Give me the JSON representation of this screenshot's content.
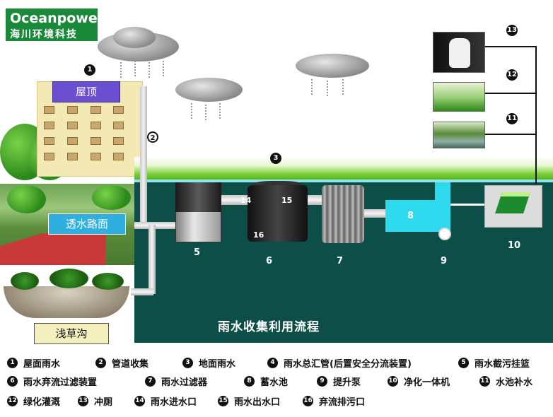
{
  "logo": {
    "name": "Oceanpower",
    "subtitle": "海川环境科技"
  },
  "scene": {
    "roof_label": "屋顶",
    "road_label": "透水路面",
    "swale_label": "浅草沟",
    "title": "雨水收集利用流程",
    "colors": {
      "underground": "#0d4f48",
      "cistern": "#2fd9ee",
      "roof_badge": "#6a4fd0",
      "road_badge": "#2faee0"
    }
  },
  "markers": [
    "1",
    "2",
    "3",
    "5",
    "6",
    "7",
    "8",
    "9",
    "10",
    "11",
    "12",
    "13",
    "14",
    "15",
    "16"
  ],
  "legend": [
    {
      "num": "1",
      "text": "屋面雨水"
    },
    {
      "num": "2",
      "text": "管道收集"
    },
    {
      "num": "3",
      "text": "地面雨水"
    },
    {
      "num": "4",
      "text": "雨水总汇管(后置安全分流装置)"
    },
    {
      "num": "5",
      "text": "雨水截污挂篮"
    },
    {
      "num": "6",
      "text": "雨水弃流过滤装置"
    },
    {
      "num": "7",
      "text": "雨水过滤器"
    },
    {
      "num": "8",
      "text": "蓄水池"
    },
    {
      "num": "9",
      "text": "提升泵"
    },
    {
      "num": "10",
      "text": "净化一体机"
    },
    {
      "num": "11",
      "text": "水池补水"
    },
    {
      "num": "12",
      "text": "绿化灌溉"
    },
    {
      "num": "13",
      "text": "冲厕"
    },
    {
      "num": "14",
      "text": "雨水进水口"
    },
    {
      "num": "15",
      "text": "雨水出水口"
    },
    {
      "num": "16",
      "text": "弃流排污口"
    }
  ]
}
